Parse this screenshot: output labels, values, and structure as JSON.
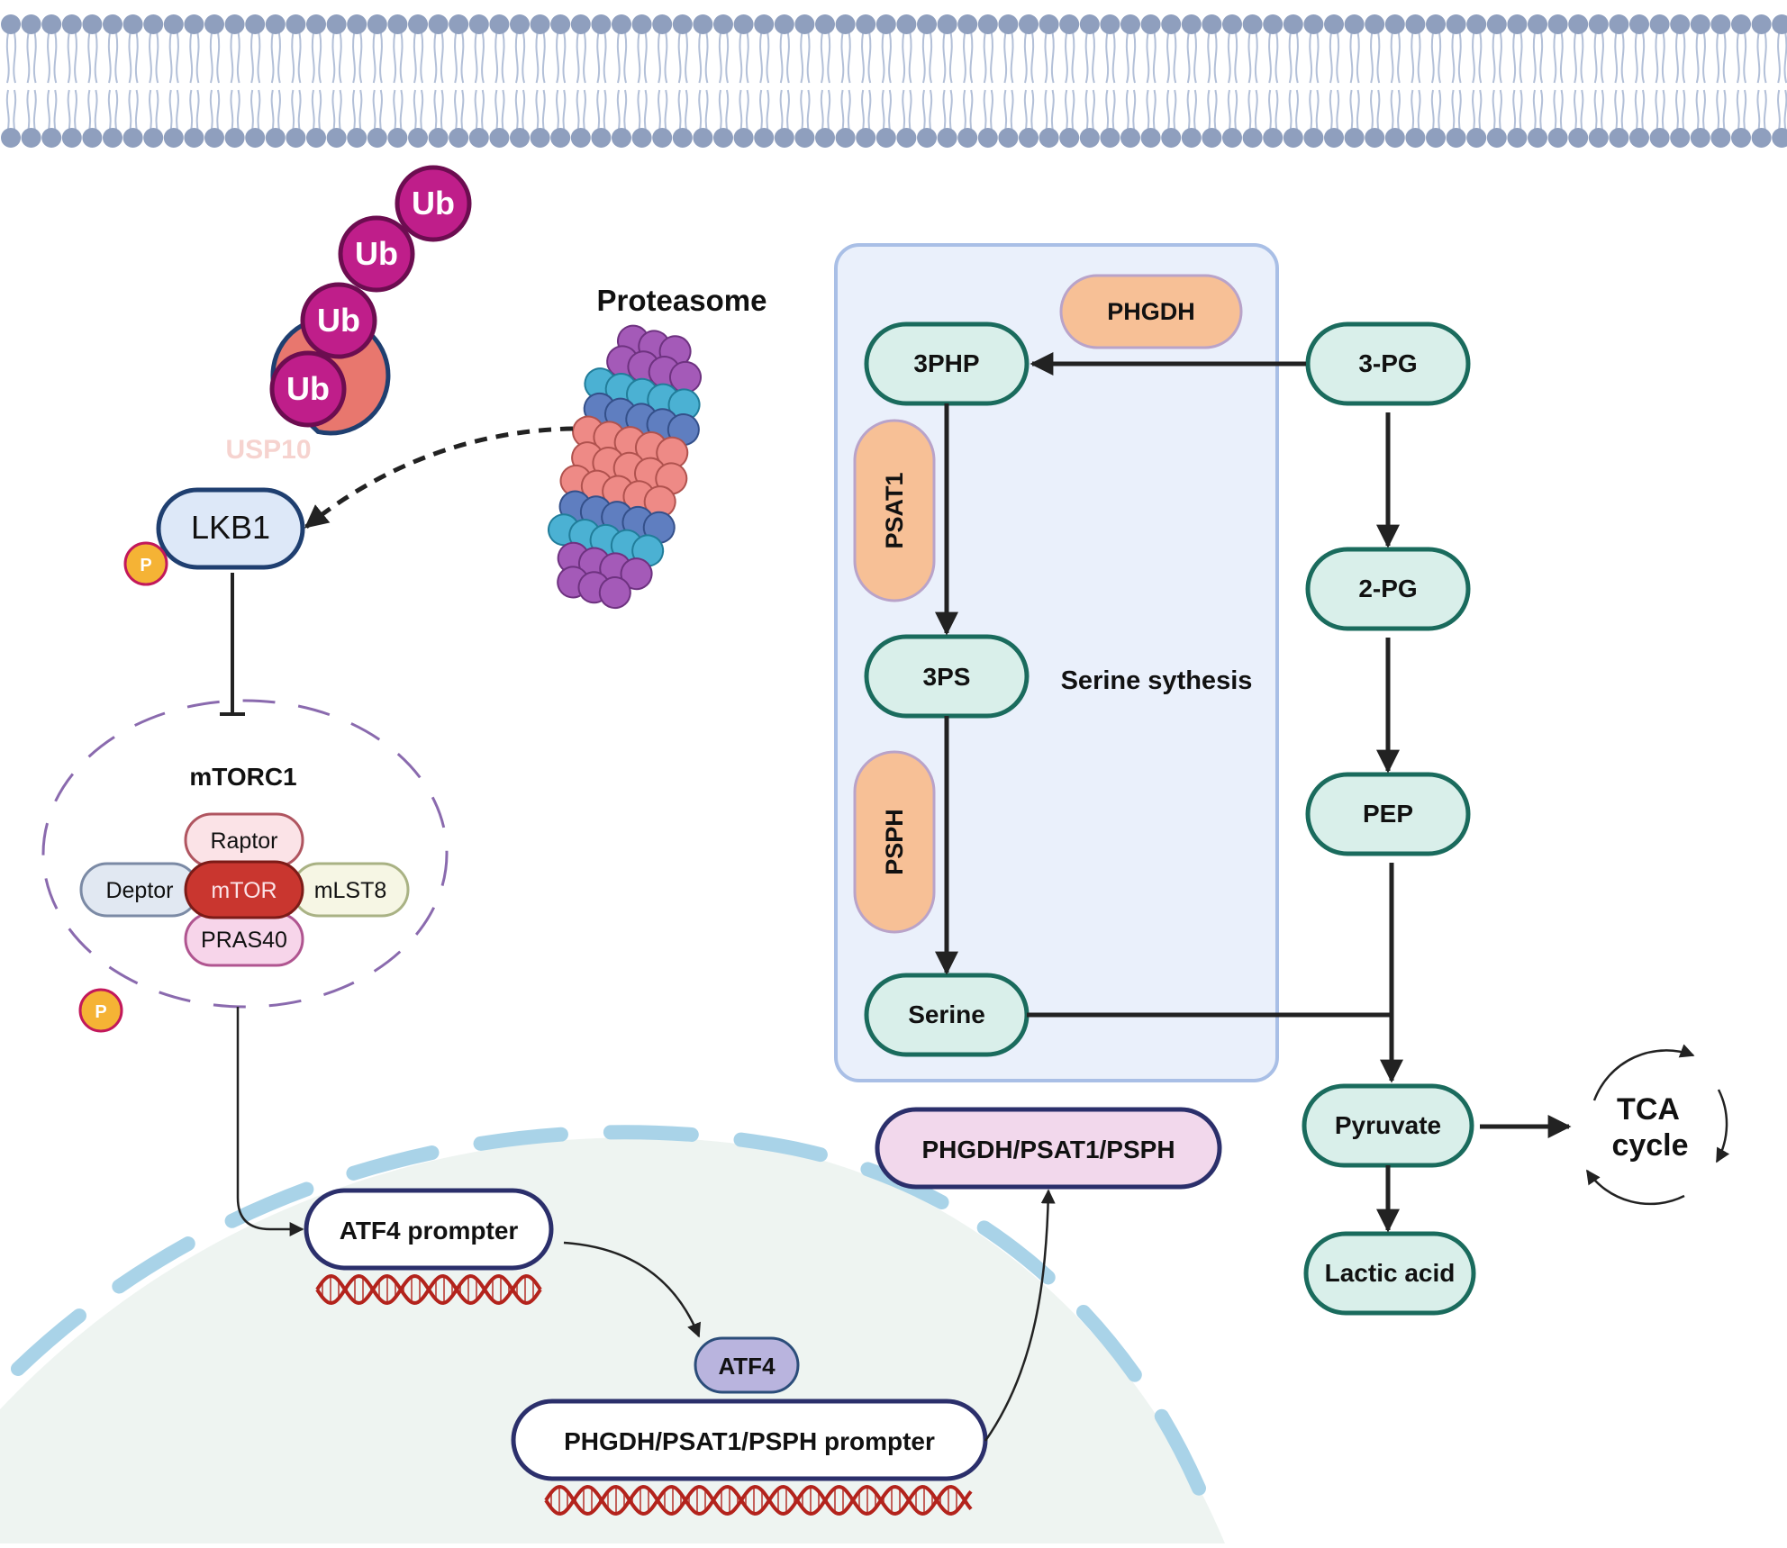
{
  "proteasome": {
    "label": "Proteasome"
  },
  "ubiquitin": [
    "Ub",
    "Ub",
    "Ub",
    "Ub"
  ],
  "usp10": {
    "label": "USP10"
  },
  "lkb1": {
    "label": "LKB1"
  },
  "phospho": {
    "label": "P"
  },
  "mtorc1": {
    "label": "mTORC1",
    "raptor": "Raptor",
    "deptor": "Deptor",
    "mtor": "mTOR",
    "mlst8": "mLST8",
    "pras40": "PRAS40"
  },
  "serine_box": {
    "label": "Serine sythesis",
    "phgdh": "PHGDH",
    "psat1": "PSAT1",
    "psph": "PSPH",
    "php": "3PHP",
    "ps": "3PS",
    "serine": "Serine"
  },
  "glycolysis": {
    "pg3": "3-PG",
    "pg2": "2-PG",
    "pep": "PEP",
    "pyruvate": "Pyruvate",
    "lactic": "Lactic acid",
    "tca": [
      "TCA",
      "cycle"
    ]
  },
  "nucleus": {
    "atf4_promoter": "ATF4 prompter",
    "atf4": "ATF4",
    "target_promoter": "PHGDH/PSAT1/PSPH prompter",
    "target_protein": "PHGDH/PSAT1/PSPH"
  },
  "colors": {
    "membrane": "#8f9fbe",
    "node_fill": "#d9efea",
    "node_stroke": "#1a6b5d",
    "enzyme_fill": "#f7c096",
    "ub": "#bf1e8a",
    "serine_box_fill": "#eaf0fb",
    "nucleus_fill": "#eef4f1",
    "dna": "#b3231c"
  }
}
